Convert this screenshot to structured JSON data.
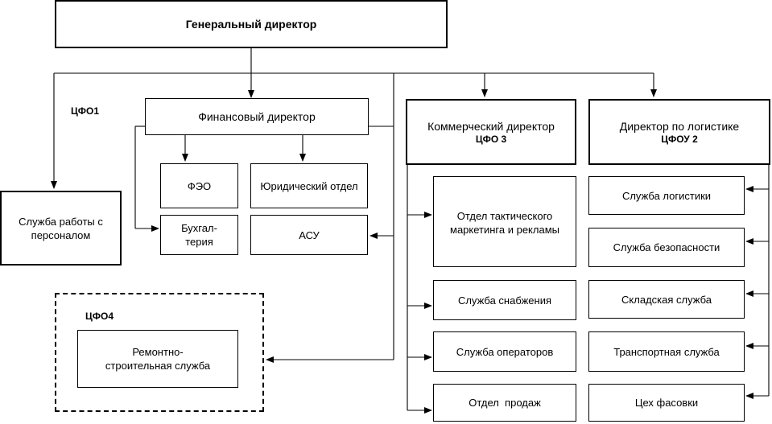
{
  "boxes": {
    "gen_dir": "Генеральный директор",
    "fin_dir": "Финансовый директор",
    "com_dir": "Коммерческий директор",
    "com_dir_sub": "ЦФО 3",
    "log_dir": "Директор по логистике",
    "log_dir_sub": "ЦФОУ 2",
    "personnel": [
      "Служба работы с",
      "персоналом"
    ],
    "feo": "ФЭО",
    "legal": "Юридический отдел",
    "accounting": [
      "Бухгал-",
      "терия"
    ],
    "asu": "АСУ",
    "repair": [
      "Ремонтно-",
      "строительная служба"
    ],
    "marketing": [
      "Отдел тактического",
      "маркетинга и рекламы"
    ],
    "supply": "Служба снабжения",
    "operators": "Служба операторов",
    "sales": "Отдел  продаж",
    "logistics_svc": "Служба логистики",
    "security": "Служба безопасности",
    "warehouse": "Складская служба",
    "transport": "Транспортная служба",
    "packing": "Цех фасовки"
  },
  "labels": {
    "cfo1": "ЦФО1",
    "cfo4": "ЦФО4"
  }
}
